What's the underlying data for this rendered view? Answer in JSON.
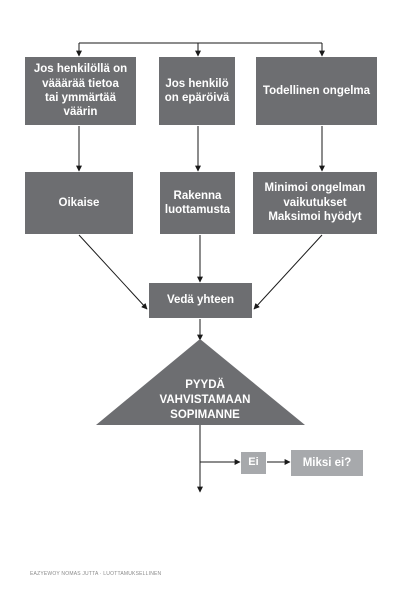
{
  "diagram": {
    "top_row": [
      "Jos henkilöllä on\nvääärää tietoa\ntai ymmärtää\nväärin",
      "Jos henkilö\non epäröivä",
      "Todellinen ongelma"
    ],
    "middle_row": [
      "Oikaise",
      "Rakenna\nluottamusta",
      "Minimoi ongelman\nvaikutukset\nMaksimoi hyödyt"
    ],
    "merge_box": "Vedä yhteen",
    "triangle": "PYYDÄ\nVAHVISTAMAAN\nSOPIMANNE",
    "no_label": "Ei",
    "why_not": "Miksi ei?",
    "colors": {
      "box": "#6d6e71",
      "box_light": "#a7a9ac",
      "line": "#1a1a1a"
    }
  },
  "footer": "EAZYEWOY NOMAS JUTTA · LUOTTAMUKSELLINEN"
}
